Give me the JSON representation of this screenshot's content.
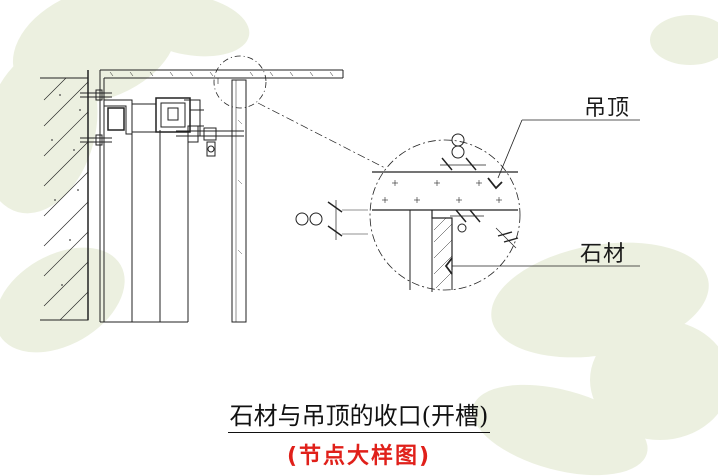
{
  "labels": {
    "ceiling": "吊顶",
    "stone": "石材"
  },
  "caption": {
    "title": "石材与吊顶的收口(开槽)",
    "subtitle": "(节点大样图)"
  },
  "colors": {
    "line": "#222222",
    "subtitle_red": "#e0201a",
    "watermark": "#e9eedb"
  }
}
